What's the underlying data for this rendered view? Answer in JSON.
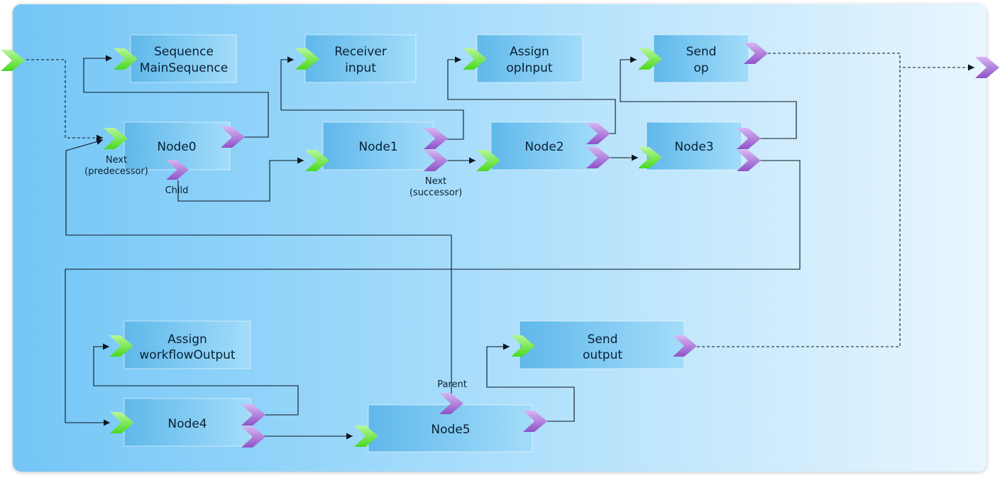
{
  "colors": {
    "input_port": "#6ee63c",
    "output_port": "#a66cd6",
    "node_box": "#5fb8ea",
    "canvas_start": "#74c6f6",
    "canvas_end": "#e8f6fe"
  },
  "nodes": [
    {
      "id": "sequence",
      "line1": "Sequence",
      "line2": "MainSequence"
    },
    {
      "id": "receiver",
      "line1": "Receiver",
      "line2": "input"
    },
    {
      "id": "assign_opinput",
      "line1": "Assign",
      "line2": "opInput"
    },
    {
      "id": "send_op",
      "line1": "Send",
      "line2": "op"
    },
    {
      "id": "node0",
      "line1": "Node0"
    },
    {
      "id": "node1",
      "line1": "Node1"
    },
    {
      "id": "node2",
      "line1": "Node2"
    },
    {
      "id": "node3",
      "line1": "Node3"
    },
    {
      "id": "assign_workflowoutput",
      "line1": "Assign",
      "line2": "workflowOutput"
    },
    {
      "id": "send_output",
      "line1": "Send",
      "line2": "output"
    },
    {
      "id": "node4",
      "line1": "Node4"
    },
    {
      "id": "node5",
      "line1": "Node5"
    }
  ],
  "port_labels": {
    "next_predecessor_line1": "Next",
    "next_predecessor_line2": "(predecessor)",
    "child": "Child",
    "next_successor_line1": "Next",
    "next_successor_line2": "(successor)",
    "parent": "Parent"
  }
}
